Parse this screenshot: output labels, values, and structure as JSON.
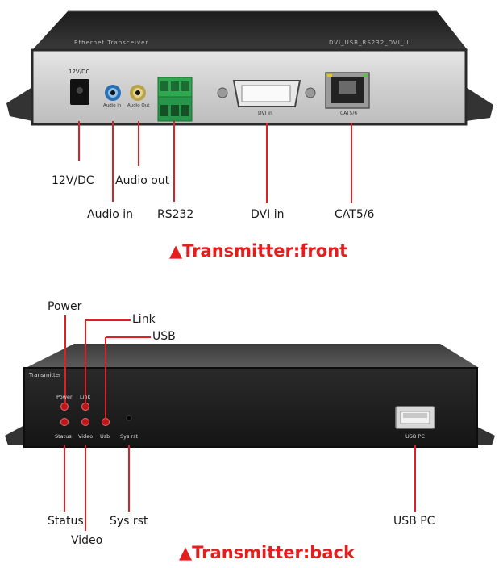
{
  "front": {
    "device_title_left": "Ethernet Transceiver",
    "device_title_right": "DVI_USB_RS232_DVI_III",
    "panel_labels": {
      "power": "12V/DC",
      "audio_in": "Audio in",
      "audio_out": "Audio Out",
      "dvi": "DVI in",
      "cat": "CAT5/6"
    },
    "callouts": {
      "power": "12V/DC",
      "audio_out": "Audio out",
      "audio_in": "Audio in",
      "rs232": "RS232",
      "dvi": "DVI in",
      "cat": "CAT5/6"
    },
    "caption": "▲Transmitter:front"
  },
  "back": {
    "panel_title": "Transmitter",
    "panel_labels": {
      "power": "Power",
      "link": "Link",
      "status": "Status",
      "video": "Video",
      "usb": "Usb",
      "sysrst": "Sys rst",
      "usbpc": "USB PC"
    },
    "callouts": {
      "power": "Power",
      "link": "Link",
      "usb": "USB",
      "status": "Status",
      "video": "Video",
      "sysrst": "Sys rst",
      "usbpc": "USB PC"
    },
    "caption": "▲Transmitter:back"
  },
  "colors": {
    "callout_line": "#e02020",
    "caption": "#e51d1d",
    "device_body": "#2a2a2a",
    "panel_silver": "#d8d8d8",
    "terminal_green": "#2fa84f",
    "led_red": "#c0151a"
  }
}
